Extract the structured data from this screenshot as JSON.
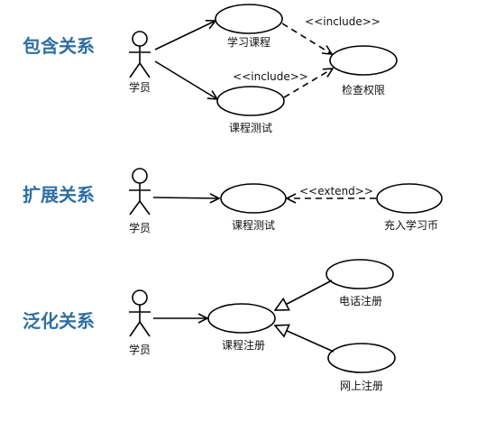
{
  "sections": {
    "include": {
      "title": "包含关系",
      "actor": "学员",
      "uc_study": "学习课程",
      "uc_test": "课程测试",
      "uc_check": "检查权限",
      "stereo_top": "<<include>>",
      "stereo_bottom": "<<include>>"
    },
    "extend": {
      "title": "扩展关系",
      "actor": "学员",
      "uc_test": "课程测试",
      "uc_coin": "充入学习币",
      "stereo": "<<extend>>"
    },
    "generalization": {
      "title": "泛化关系",
      "actor": "学员",
      "uc_register": "课程注册",
      "uc_phone": "电话注册",
      "uc_online": "网上注册"
    }
  },
  "colors": {
    "title": "#2f6fa3",
    "line": "#000000"
  }
}
